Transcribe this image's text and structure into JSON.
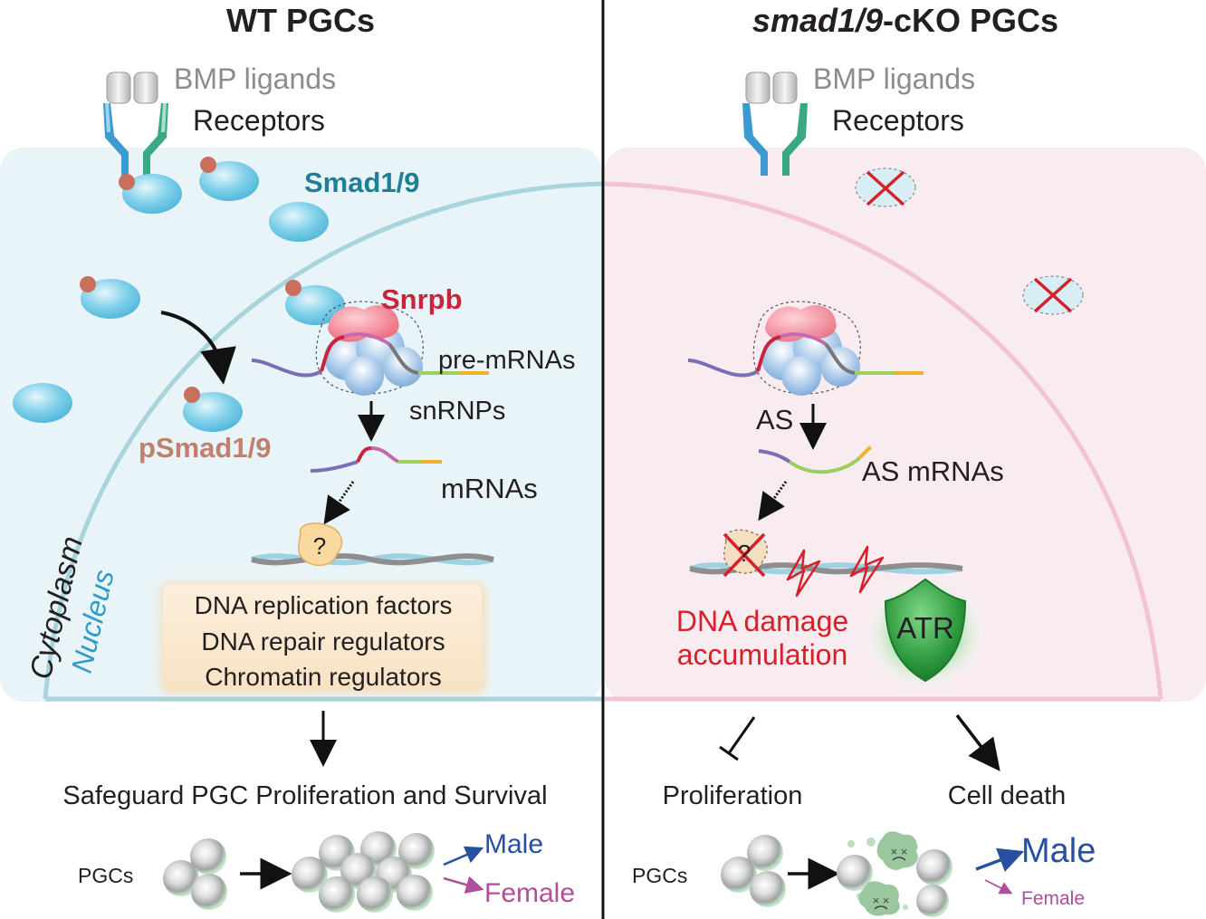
{
  "left_panel": {
    "title": "WT PGCs",
    "bmp_label": "BMP ligands",
    "receptors_label": "Receptors",
    "smad_label": "Smad1/9",
    "psmad_label": "pSmad1/9",
    "snrpb_label": "Snrpb",
    "pre_mrna_label": "pre-mRNAs",
    "snrnp_label": "snRNPs",
    "mrna_label": "mRNAs",
    "unknown_mark": "?",
    "cytoplasm_label": "Cytoplasm",
    "nucleus_label": "Nucleus",
    "targets": [
      "DNA replication factors",
      "DNA repair regulators",
      "Chromatin regulators"
    ],
    "outcome": "Safeguard PGC Proliferation and Survival",
    "pgc_label": "PGCs",
    "male_label": "Male",
    "female_label": "Female"
  },
  "right_panel": {
    "title_italic": "smad1/9",
    "title_rest": "-cKO PGCs",
    "bmp_label": "BMP ligands",
    "receptors_label": "Receptors",
    "as_label": "AS",
    "as_mrna_label": "AS mRNAs",
    "unknown_mark": "?",
    "damage_line1": "DNA damage",
    "damage_line2": "accumulation",
    "atr_label": "ATR",
    "proliferation_label": "Proliferation",
    "cell_death_label": "Cell death",
    "pgc_label": "PGCs",
    "male_label": "Male",
    "female_label": "Female"
  },
  "colors": {
    "wt_cell_fill": "#e8f4f8",
    "ko_cell_fill": "#f9ecf1",
    "nucleus_wt_stroke": "#a8d4dc",
    "nucleus_ko_stroke": "#f2c3d3",
    "smad_blue": "#6cc3e0",
    "phospho_dot": "#c9705c",
    "smad_text": "#1f7f96",
    "psmad_text": "#c0806e",
    "snrpb_red": "#c8243c",
    "damage_red": "#d6202a",
    "male_blue": "#2850a0",
    "female_purple": "#b04e9a",
    "atr_green": "#2e9a3e",
    "bmp_grey": "#8c8c8c"
  }
}
